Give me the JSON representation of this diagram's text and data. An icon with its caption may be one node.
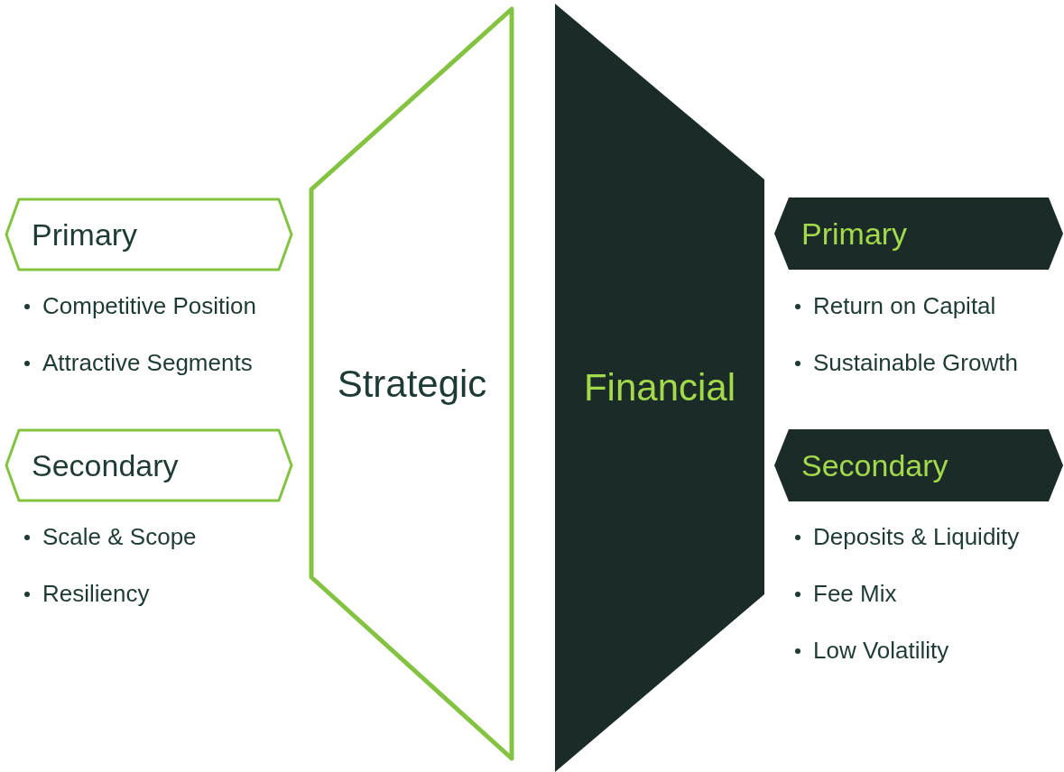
{
  "diagram": {
    "nodes": [
      {
        "text": [
          "Strategic"
        ]
      },
      {
        "text": [
          "Financial"
        ]
      },
      {
        "text": [
          "Primary"
        ],
        "beside": [
          "Competitive Position",
          "Attractive Segments"
        ]
      },
      {
        "text": [
          "Secondary"
        ],
        "beside": [
          "Scale & Scope",
          "Resiliency"
        ]
      },
      {
        "text": [
          "Primary"
        ],
        "beside": [
          "Return on Capital",
          "Sustainable Growth"
        ]
      },
      {
        "text": [
          "Secondary"
        ],
        "beside": [
          "Deposits & Liquidity",
          "Fee Mix",
          "Low Volatility"
        ]
      }
    ]
  }
}
